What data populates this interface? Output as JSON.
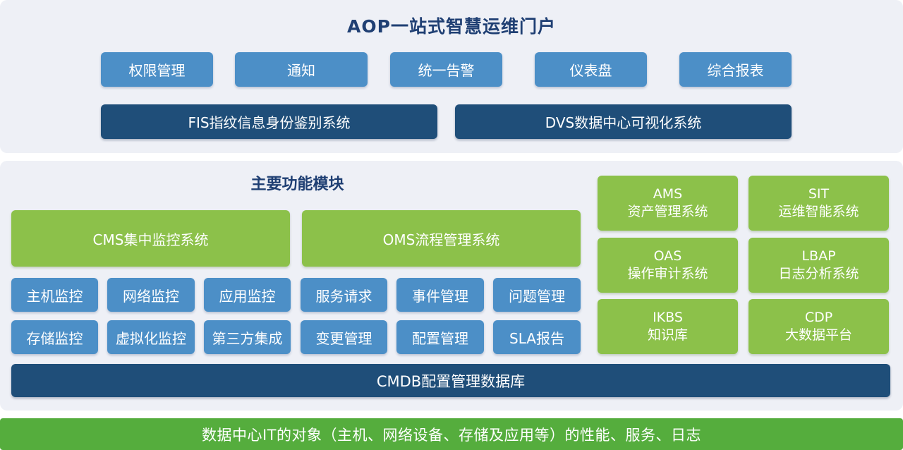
{
  "portal": {
    "title": "AOP一站式智慧运维门户",
    "buttons": [
      "权限管理",
      "通知",
      "统一告警",
      "仪表盘",
      "综合报表"
    ],
    "systems": [
      "FIS指纹信息身份鉴别系统",
      "DVS数据中心可视化系统"
    ]
  },
  "modules": {
    "title": "主要功能模块",
    "cms": {
      "label": "CMS集中监控系统",
      "items": [
        "主机监控",
        "网络监控",
        "应用监控",
        "存储监控",
        "虚拟化监控",
        "第三方集成"
      ]
    },
    "oms": {
      "label": "OMS流程管理系统",
      "items": [
        "服务请求",
        "事件管理",
        "问题管理",
        "变更管理",
        "配置管理",
        "SLA报告"
      ]
    },
    "side_systems": [
      {
        "code": "AMS",
        "name": "资产管理系统"
      },
      {
        "code": "SIT",
        "name": "运维智能系统"
      },
      {
        "code": "OAS",
        "name": "操作审计系统"
      },
      {
        "code": "LBAP",
        "name": "日志分析系统"
      },
      {
        "code": "IKBS",
        "name": "知识库"
      },
      {
        "code": "CDP",
        "name": "大数据平台"
      }
    ],
    "cmdb": "CMDB配置管理数据库"
  },
  "footer": "数据中心IT的对象（主机、网络设备、存储及应用等）的性能、服务、日志",
  "colors": {
    "panel_bg": "#eef0f6",
    "light_blue": "#4c8fc7",
    "dark_blue": "#1f4e79",
    "green": "#8cc14a",
    "footer_green": "#55ad3d",
    "title_blue": "#1f3f73"
  }
}
